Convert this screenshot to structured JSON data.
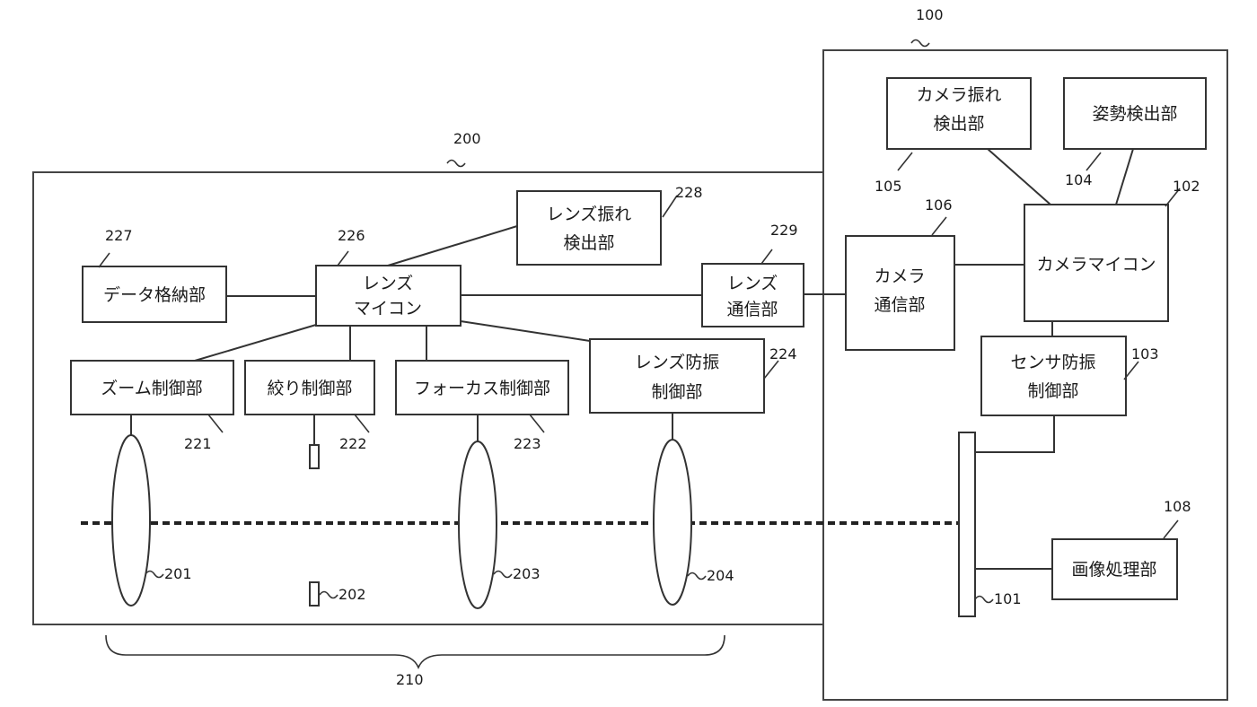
{
  "labels": {
    "camera": "100",
    "lens_unit": "200",
    "image_sensor": "101",
    "camera_microcomputer": "102",
    "sensor_stabilization_control": "103",
    "attitude_detection": "104",
    "camera_shake_detection": "105",
    "camera_communication": "106",
    "image_processing": "108",
    "zoom_lens": "201",
    "aperture": "202",
    "focus_lens": "203",
    "stabilization_lens": "204",
    "optical_system": "210",
    "zoom_control": "221",
    "aperture_control": "222",
    "focus_control": "223",
    "lens_stabilization_control": "224",
    "lens_microcomputer": "226",
    "data_storage": "227",
    "lens_shake_detection": "228",
    "lens_communication": "229"
  },
  "blocks": {
    "camera_shake_detection": [
      "カメラ振れ",
      "検出部"
    ],
    "attitude_detection": [
      "姿勢検出部"
    ],
    "camera_microcomputer": [
      "カメラマイコン"
    ],
    "camera_communication": [
      "カメラ",
      "通信部"
    ],
    "sensor_stabilization_control": [
      "センサ防振",
      "制御部"
    ],
    "image_processing": [
      "画像処理部"
    ],
    "lens_shake_detection": [
      "レンズ振れ",
      "検出部"
    ],
    "data_storage": [
      "データ格納部"
    ],
    "lens_microcomputer": [
      "レンズ",
      "マイコン"
    ],
    "lens_communication": [
      "レンズ",
      "通信部"
    ],
    "zoom_control": [
      "ズーム制御部"
    ],
    "aperture_control": [
      "絞り制御部"
    ],
    "focus_control": [
      "フォーカス制御部"
    ],
    "lens_stabilization_control": [
      "レンズ防振",
      "制御部"
    ]
  }
}
